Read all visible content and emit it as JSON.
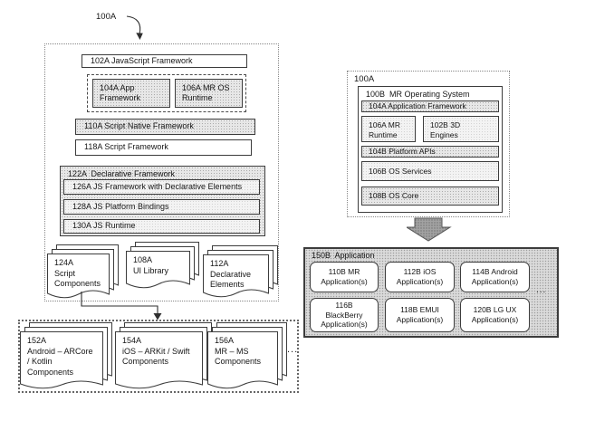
{
  "diagram": {
    "ref_label": "100A",
    "left": {
      "js_framework": "102A  JavaScript Framework",
      "app_framework": "104A  App\nFramework",
      "mr_os_runtime": "106A  MR OS\nRuntime",
      "script_native": "110A  Script Native Framework",
      "script_framework": "118A  Script Framework",
      "declarative": {
        "title": "122A  Declarative Framework",
        "rows": [
          "126A  JS Framework with Declarative Elements",
          "128A  JS Platform Bindings",
          "130A  JS Runtime"
        ]
      },
      "stacks": [
        {
          "label": "124A\nScript\nComponents"
        },
        {
          "label": "108A\nUI Library"
        },
        {
          "label": "112A\nDeclarative\nElements"
        }
      ]
    },
    "bottom_left": {
      "stacks": [
        {
          "label": "152A\nAndroid – ARCore\n/ Kotlin\nComponents"
        },
        {
          "label": "154A\niOS – ARKit / Swift\nComponents"
        },
        {
          "label": "156A\nMR – MS\nComponents"
        }
      ],
      "ellipsis": "..."
    },
    "right": {
      "ref_label": "100A",
      "os_title": "100B  MR Operating System",
      "application_framework": "104A  Application Framework",
      "mr_runtime": "106A  MR\nRuntime",
      "engines_3d": "102B  3D\nEngines",
      "platform_apis": "104B  Platform APIs",
      "os_services": "106B  OS Services",
      "os_core": "108B  OS Core"
    },
    "bottom_right": {
      "title": "150B  Application",
      "apps": [
        "110B MR\nApplication(s)",
        "112B iOS\nApplication(s)",
        "114B Android\nApplication(s)",
        "116B\nBlackBerry\nApplication(s)",
        "118B EMUI\nApplication(s)",
        "120B LG UX\nApplication(s)"
      ],
      "ellipsis": "..."
    }
  }
}
